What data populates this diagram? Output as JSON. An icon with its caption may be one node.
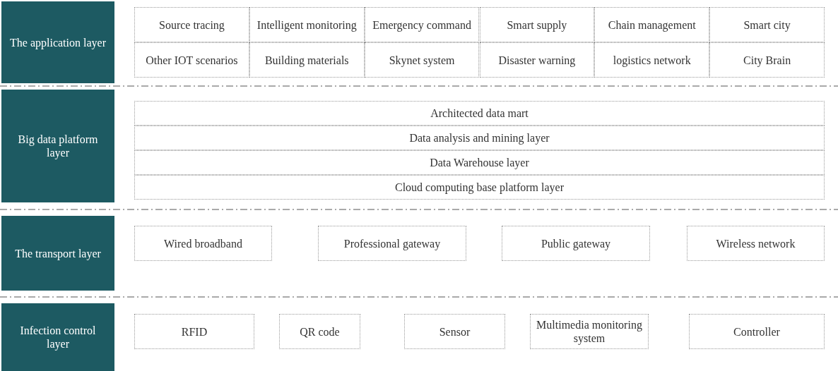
{
  "diagram": {
    "nodes": [
      {
        "text": [
          "The application layer"
        ]
      },
      {
        "text": [
          "Source tracing"
        ]
      },
      {
        "text": [
          "Intelligent monitoring"
        ]
      },
      {
        "text": [
          "Emergency command"
        ]
      },
      {
        "text": [
          "Smart supply"
        ]
      },
      {
        "text": [
          "Chain management"
        ]
      },
      {
        "text": [
          "Smart city"
        ]
      },
      {
        "text": [
          "Other IOT scenarios"
        ]
      },
      {
        "text": [
          "Building materials"
        ]
      },
      {
        "text": [
          "Skynet system"
        ]
      },
      {
        "text": [
          "Disaster warning"
        ]
      },
      {
        "text": [
          "logistics network"
        ]
      },
      {
        "text": [
          "City Brain"
        ]
      },
      {
        "text": [
          "Big data platform layer"
        ]
      },
      {
        "text": [
          "Architected data mart"
        ]
      },
      {
        "text": [
          "Data analysis and mining layer"
        ]
      },
      {
        "text": [
          "Data Warehouse layer"
        ]
      },
      {
        "text": [
          "Cloud computing base platform layer"
        ]
      },
      {
        "text": [
          "The transport layer"
        ]
      },
      {
        "text": [
          "Wired broadband"
        ]
      },
      {
        "text": [
          "Professional gateway"
        ]
      },
      {
        "text": [
          "Public gateway"
        ]
      },
      {
        "text": [
          "Wireless network"
        ]
      },
      {
        "text": [
          "Infection control layer"
        ]
      },
      {
        "text": [
          "RFID"
        ]
      },
      {
        "text": [
          "QR code"
        ]
      },
      {
        "text": [
          "Sensor"
        ]
      },
      {
        "text": [
          "Multimedia monitoring system"
        ]
      },
      {
        "text": [
          "Controller"
        ]
      }
    ],
    "edges": []
  }
}
